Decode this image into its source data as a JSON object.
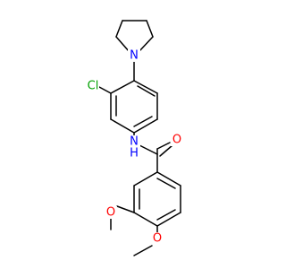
{
  "molecule": {
    "atoms": [
      {
        "id": "N1",
        "symbol": "N",
        "color": "#0000ff"
      },
      {
        "id": "Cl",
        "symbol": "Cl",
        "color": "#00a000"
      },
      {
        "id": "NH",
        "symbol": "N",
        "color": "#0000ff"
      },
      {
        "id": "H",
        "symbol": "H",
        "color": "#0000ff"
      },
      {
        "id": "O1",
        "symbol": "O",
        "color": "#ff0000"
      },
      {
        "id": "O2",
        "symbol": "O",
        "color": "#ff0000"
      },
      {
        "id": "O3",
        "symbol": "O",
        "color": "#ff0000"
      }
    ],
    "bond_color": "#000000",
    "background": "#ffffff"
  }
}
